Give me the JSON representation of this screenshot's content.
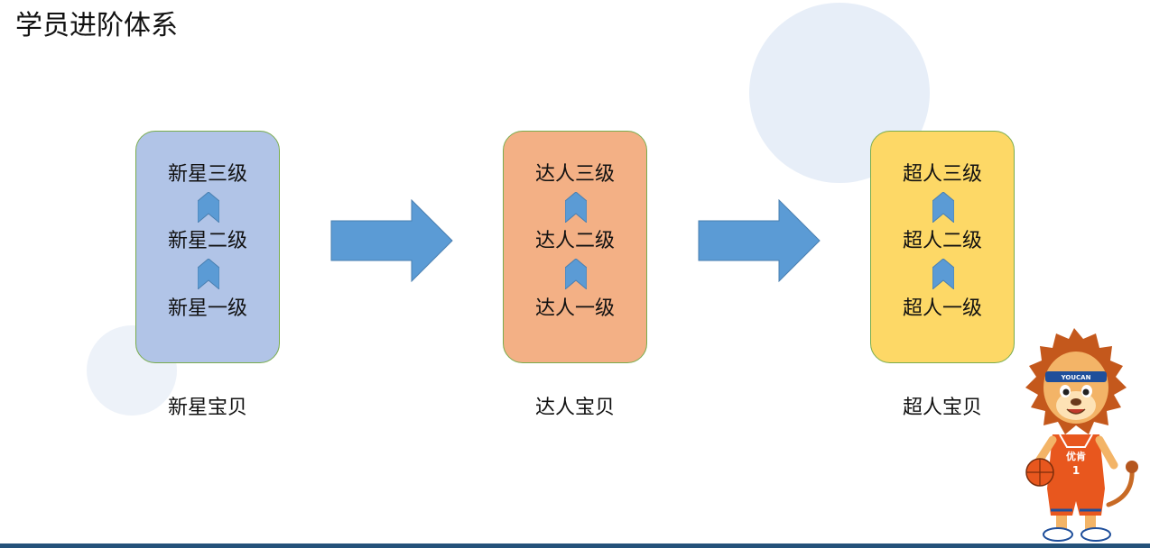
{
  "title": "学员进阶体系",
  "stages": [
    {
      "label": "新星宝贝",
      "levels": [
        "新星一级",
        "新星二级",
        "新星三级"
      ],
      "color": "#b1c4e7"
    },
    {
      "label": "达人宝贝",
      "levels": [
        "达人一级",
        "达人二级",
        "达人三级"
      ],
      "color": "#f3b085"
    },
    {
      "label": "超人宝贝",
      "levels": [
        "超人一级",
        "超人二级",
        "超人三级"
      ],
      "color": "#fdd866"
    }
  ],
  "colors": {
    "box_border": "#79ac4d",
    "arrow": "#5b9bd5",
    "arrow_border": "#4a7fb0",
    "footer_bar": "#24527a"
  },
  "icons": {
    "level_up": "chevron-up-icon",
    "next_stage": "arrow-right-icon"
  },
  "mascot": {
    "headband_text": "YOUCAN",
    "jersey_text": "优肯",
    "jersey_number": "1"
  }
}
